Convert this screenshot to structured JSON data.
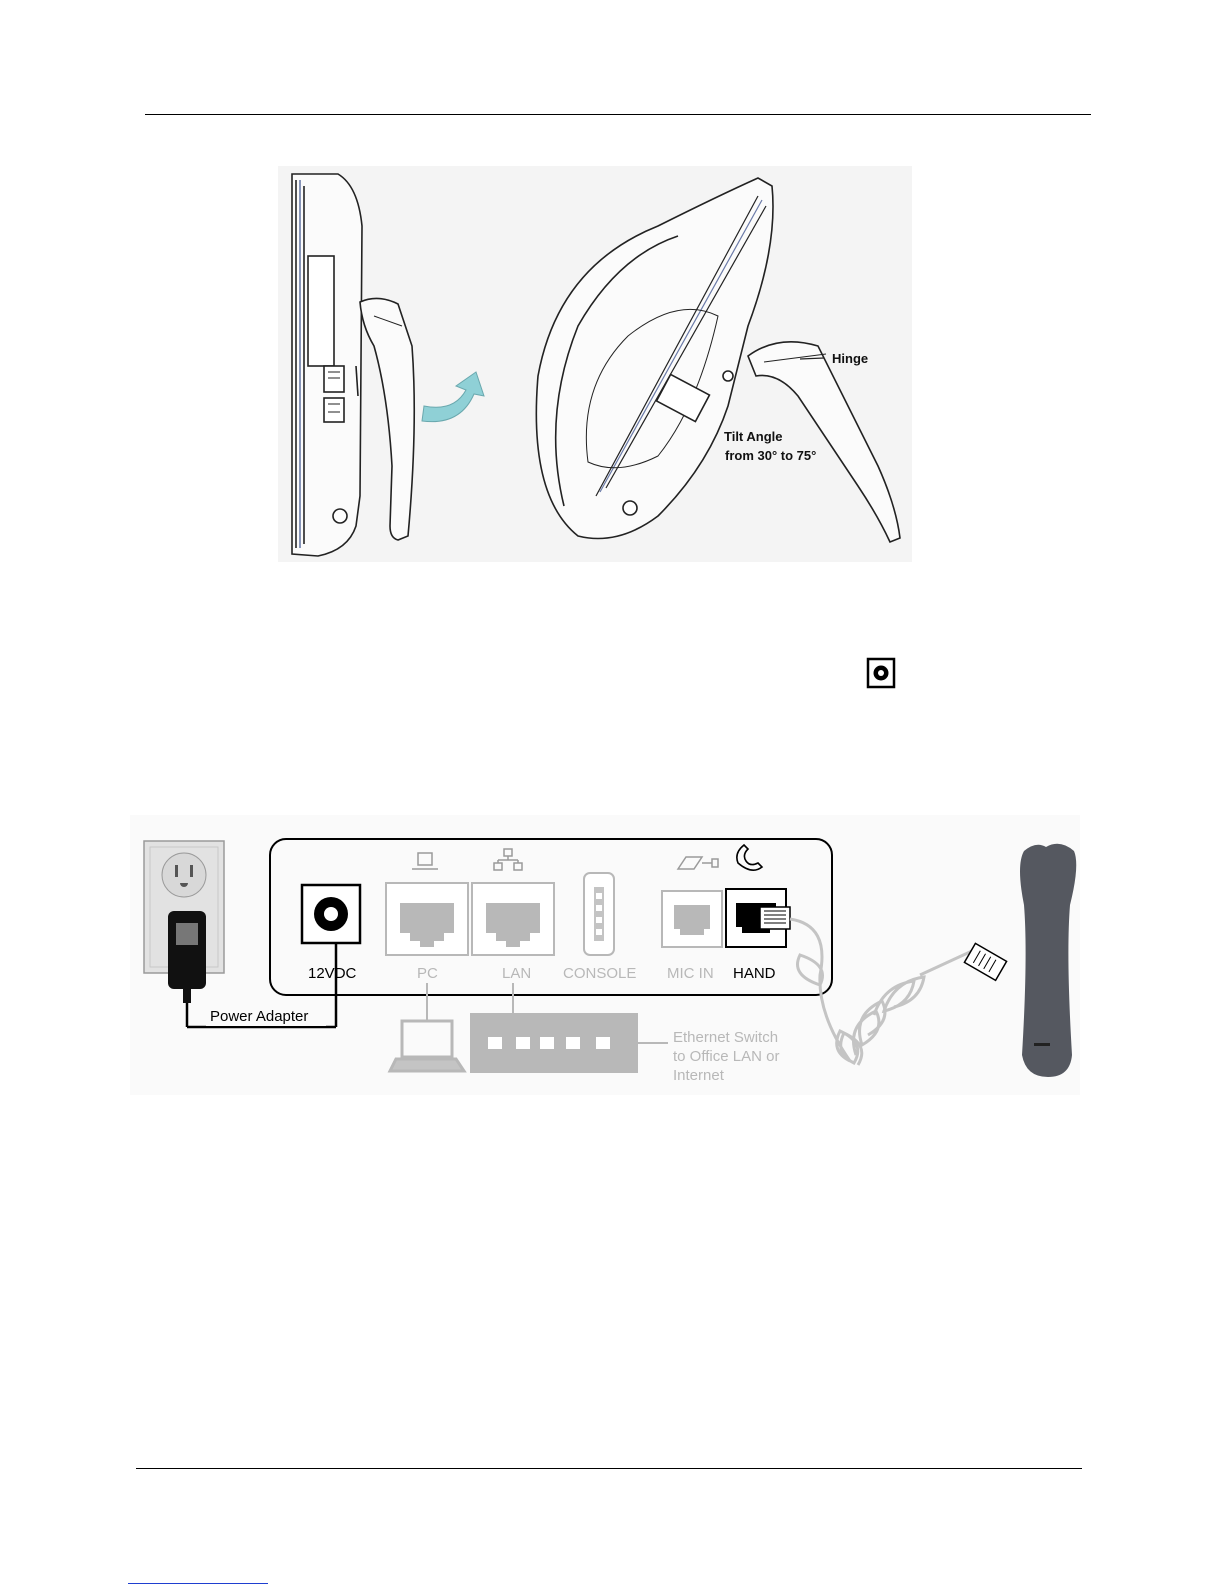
{
  "figure_tilt": {
    "hinge_label": "Hinge",
    "tilt_line1": "Tilt Angle",
    "tilt_line2": "from 30° to 75°"
  },
  "figure_connections": {
    "ports": {
      "dc": "12VDC",
      "pc": "PC",
      "lan": "LAN",
      "console": "CONSOLE",
      "mic": "MIC IN",
      "hand": "HAND"
    },
    "power_adapter": "Power Adapter",
    "switch_line1": "Ethernet Switch",
    "switch_line2": "to Office LAN or",
    "switch_line3": "Internet"
  },
  "icons": [
    "power-jack-icon",
    "computer-icon",
    "network-icon",
    "microphone-icon",
    "handset-icon"
  ],
  "colors": {
    "arrow": "#8fd0d6",
    "muted": "#b8b8b8",
    "handset": "#555860"
  }
}
